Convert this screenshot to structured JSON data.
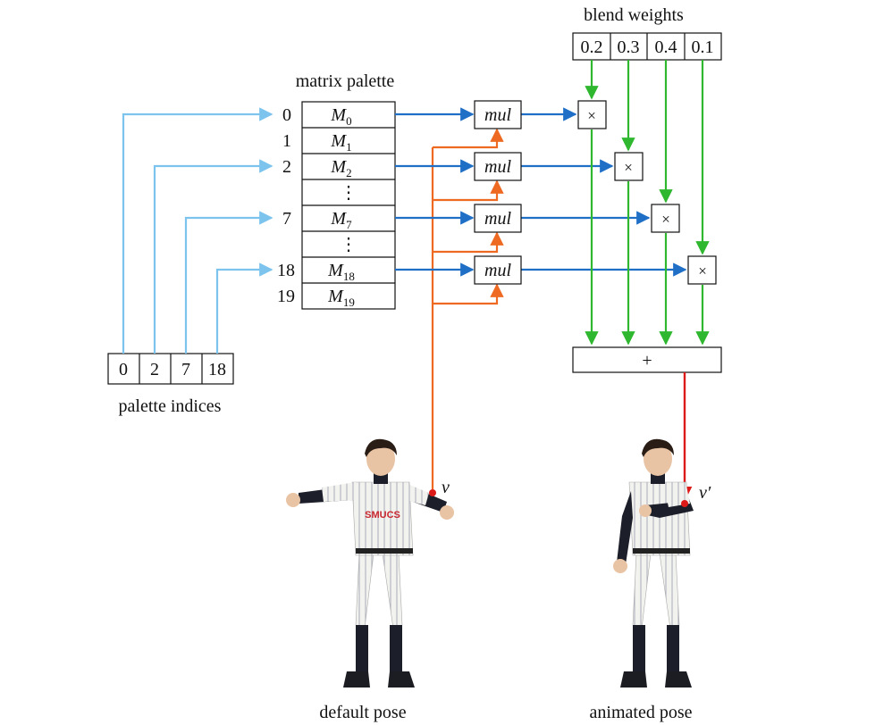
{
  "labels": {
    "matrix_palette": "matrix palette",
    "blend_weights": "blend weights",
    "palette_indices": "palette indices",
    "default_pose": "default pose",
    "animated_pose": "animated pose",
    "vertex": "v",
    "vertex_prime": "v′",
    "mul": "mul",
    "times": "×",
    "plus": "+",
    "dots": "⋮"
  },
  "palette_rows": [
    {
      "index": "0",
      "name": "M",
      "sub": "0"
    },
    {
      "index": "1",
      "name": "M",
      "sub": "1"
    },
    {
      "index": "2",
      "name": "M",
      "sub": "2"
    },
    {
      "index": "",
      "name": "",
      "sub": ""
    },
    {
      "index": "7",
      "name": "M",
      "sub": "7"
    },
    {
      "index": "",
      "name": "",
      "sub": ""
    },
    {
      "index": "18",
      "name": "M",
      "sub": "18"
    },
    {
      "index": "19",
      "name": "M",
      "sub": "19"
    }
  ],
  "palette_indices": [
    "0",
    "2",
    "7",
    "18"
  ],
  "blend_weights": [
    "0.2",
    "0.3",
    "0.4",
    "0.1"
  ],
  "colors": {
    "index_arrow": "#7cc4ee",
    "matrix_arrow": "#1f6fc7",
    "vertex_arrow": "#ee6a22",
    "weight_arrow": "#2fb82f",
    "output_arrow": "#dd1a1a",
    "shirt": "#f2f2ee",
    "pinstripe": "#b9bcc6",
    "sleeve": "#1c1f2a",
    "skin": "#e9c4a4",
    "hair": "#2a1d16",
    "logo": "#c9272f"
  },
  "icons": {
    "default_figure": "baseball-player-tpose-figure",
    "animated_figure": "baseball-player-animated-figure"
  }
}
